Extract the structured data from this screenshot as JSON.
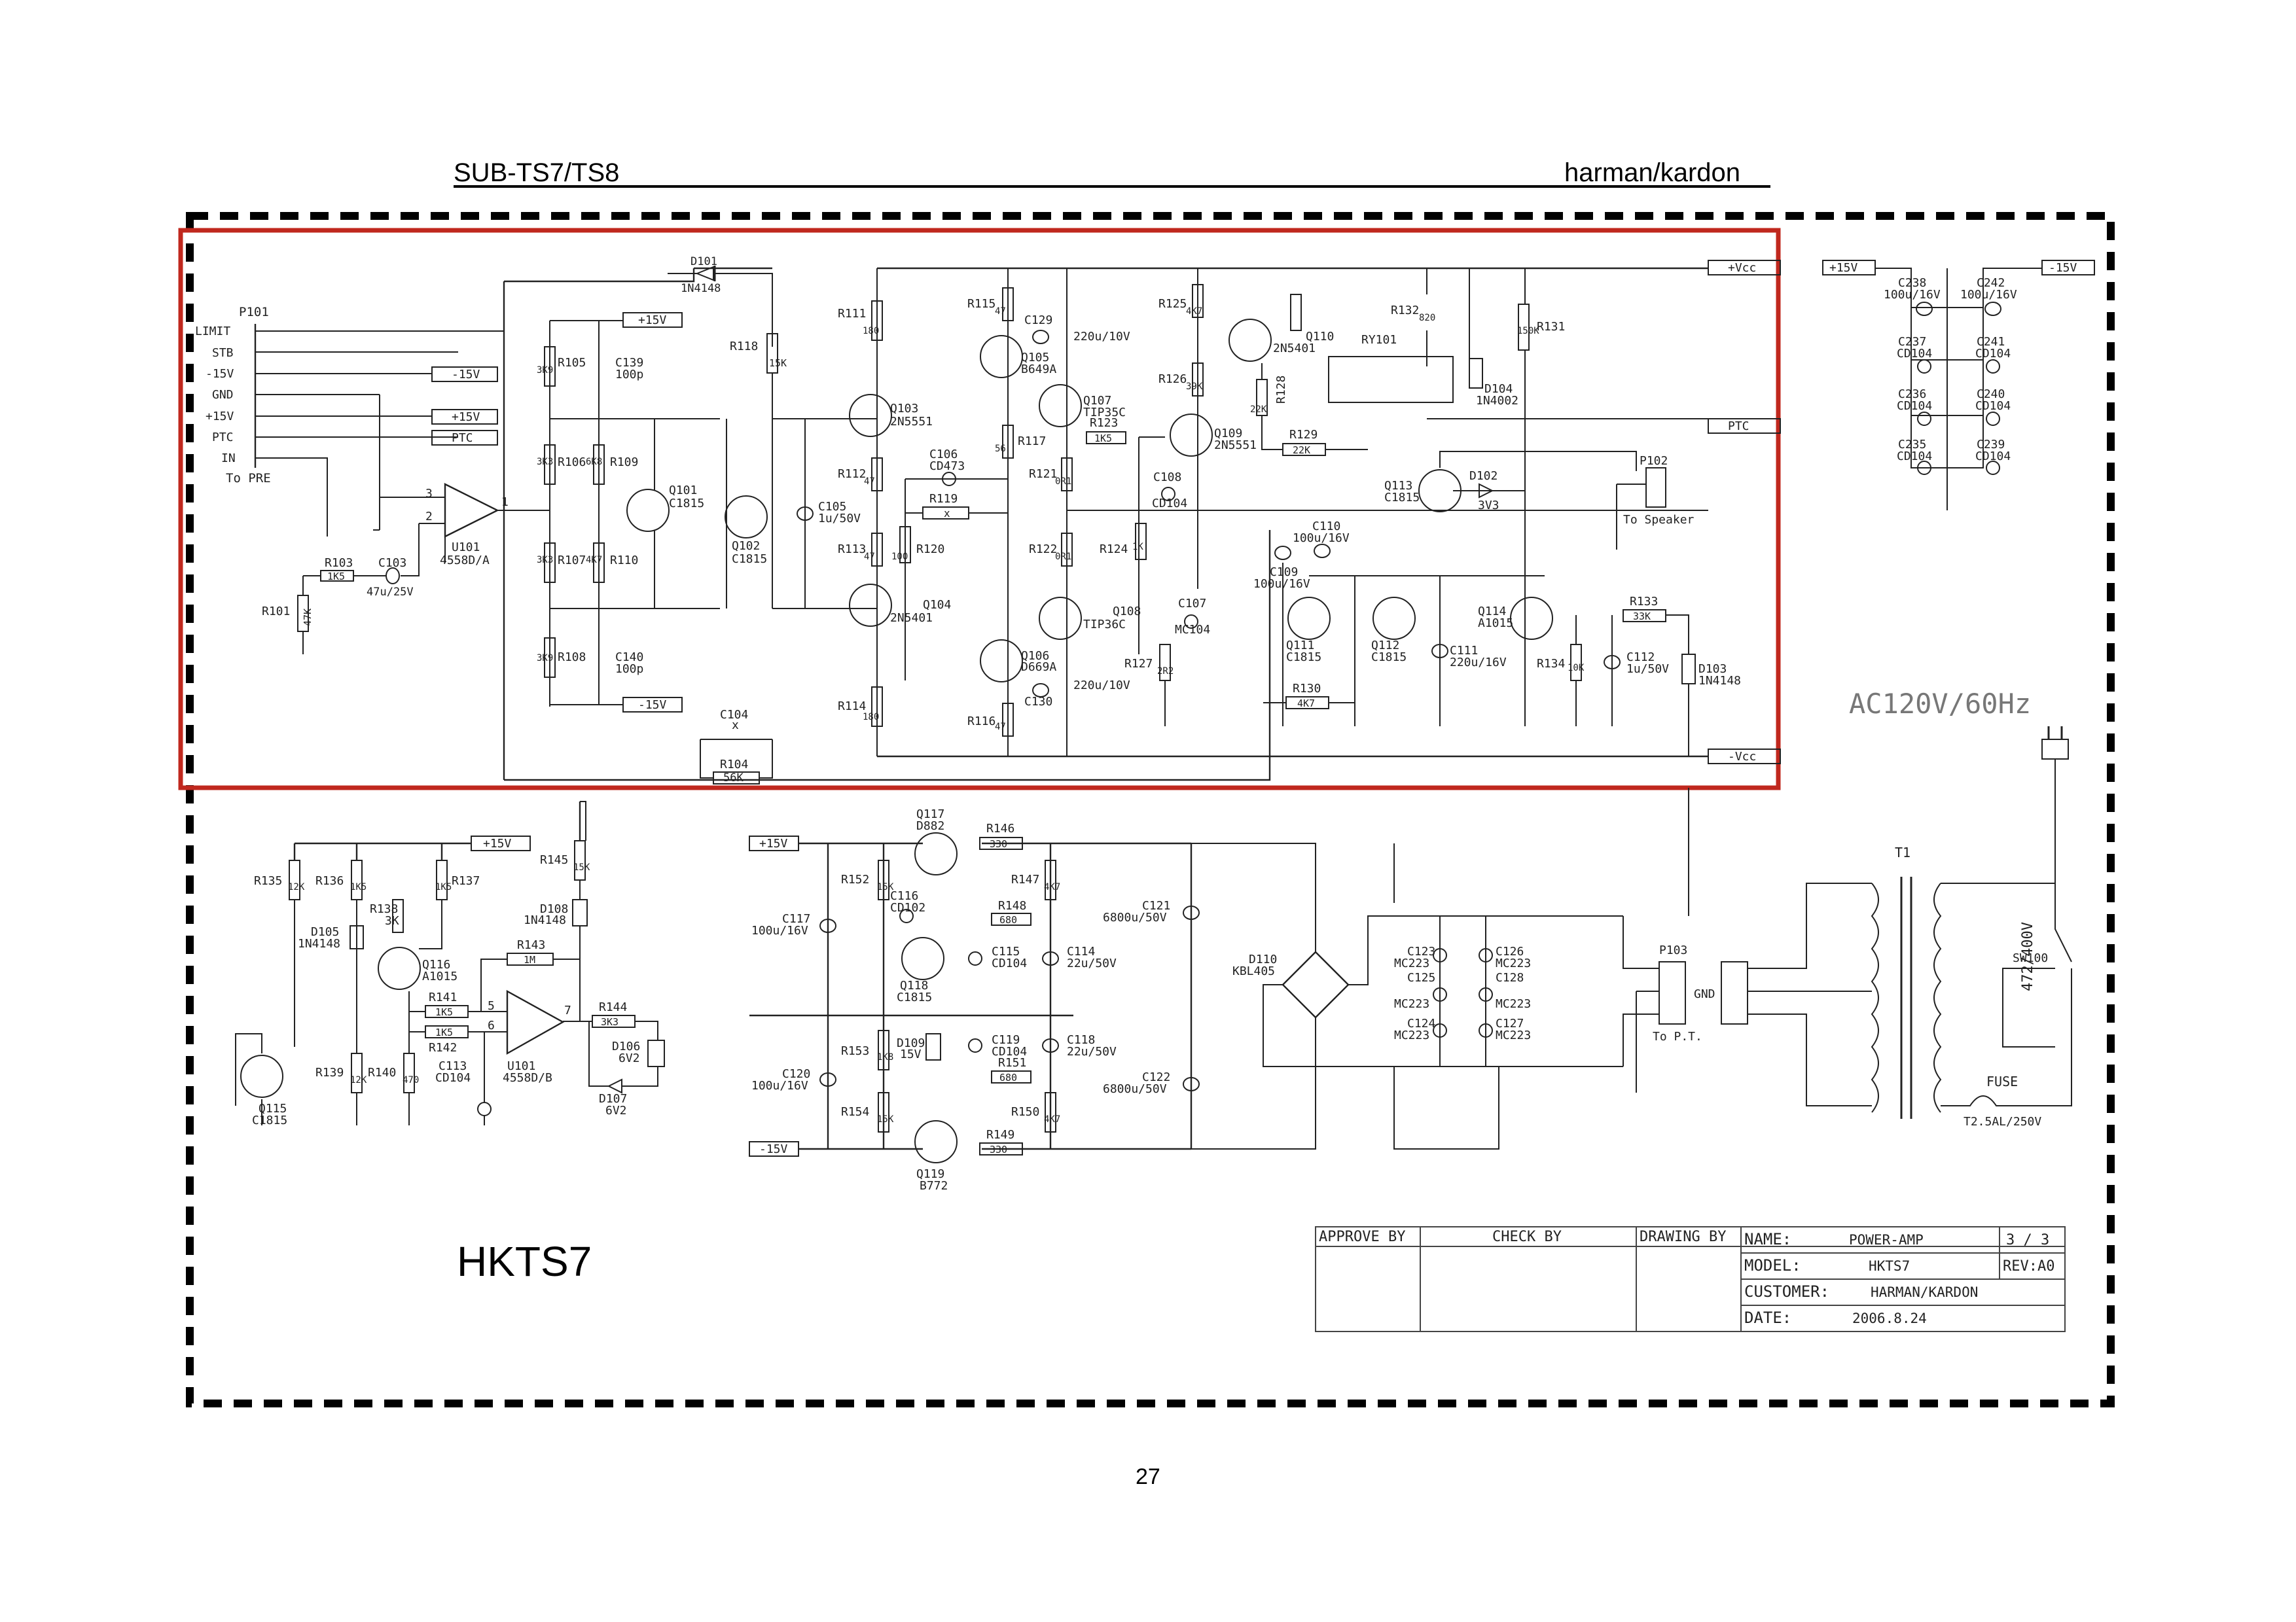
{
  "header": {
    "model": "SUB-TS7/TS8",
    "brand": "harman/kardon"
  },
  "page_number": "27",
  "model_label": "HKTS7",
  "ac_label": "AC120V/60Hz",
  "connectors": {
    "p101": {
      "ref": "P101",
      "pins": [
        "LIMIT",
        "STB",
        "-15V",
        "GND",
        "+15V",
        "PTC",
        "IN"
      ],
      "note": "To PRE"
    },
    "p102": {
      "ref": "P102",
      "note": "To Speaker"
    },
    "p103": {
      "ref": "P103",
      "gnd": "GND",
      "note": "To P.T."
    }
  },
  "rails": {
    "p15": "+15V",
    "m15": "-15V",
    "vcc_p": "+Vcc",
    "vcc_m": "-Vcc",
    "ptc": "PTC"
  },
  "parts": {
    "d101": [
      "D101",
      "1N4148"
    ],
    "r118": [
      "R118",
      "15K"
    ],
    "r105": [
      "R105",
      "3K9"
    ],
    "c139": [
      "C139",
      "100p"
    ],
    "r106": [
      "R106",
      "3K3"
    ],
    "r109": [
      "R109",
      "6K8"
    ],
    "q101": [
      "Q101",
      "C1815"
    ],
    "q102": [
      "Q102",
      "C1815"
    ],
    "r107": [
      "R107",
      "3K3"
    ],
    "r110": [
      "R110",
      "4K7"
    ],
    "r108": [
      "R108",
      "3K9"
    ],
    "c140": [
      "C140",
      "100p"
    ],
    "u101a": [
      "U101",
      "4558D/A"
    ],
    "r103": [
      "R103",
      "1K5"
    ],
    "c103": [
      "C103",
      "47u/25V"
    ],
    "r101": [
      "R101",
      "47K"
    ],
    "c105": [
      "C105",
      "1u/50V"
    ],
    "c104": [
      "C104",
      "x"
    ],
    "r104": [
      "R104",
      "56K"
    ],
    "r111": [
      "R111",
      "180"
    ],
    "r112": [
      "R112",
      "47"
    ],
    "r113": [
      "R113",
      "47"
    ],
    "r114": [
      "R114",
      "180"
    ],
    "q103": [
      "Q103",
      "2N5551"
    ],
    "q104": [
      "Q104",
      "2N5401"
    ],
    "c106": [
      "C106",
      "CD473"
    ],
    "r119": [
      "R119",
      "x"
    ],
    "r120": [
      "R120",
      "100"
    ],
    "r115": [
      "R115",
      "47"
    ],
    "c129": [
      "C129",
      "220u/10V"
    ],
    "q105": [
      "Q105",
      "B649A"
    ],
    "q106": [
      "Q106",
      "D669A"
    ],
    "c130": [
      "C130",
      "220u/10V"
    ],
    "r116": [
      "R116",
      "47"
    ],
    "r117": [
      "R117",
      "56"
    ],
    "q107": [
      "Q107",
      "TIP35C"
    ],
    "q108": [
      "Q108",
      "TIP36C"
    ],
    "r121": [
      "R121",
      "0R1"
    ],
    "r122": [
      "R122",
      "0R1"
    ],
    "r123": [
      "R123",
      "1K5"
    ],
    "r124": [
      "R124",
      "1K"
    ],
    "c108": [
      "C108",
      "CD104"
    ],
    "c107": [
      "C107",
      "MC104"
    ],
    "r127": [
      "R127",
      "2R2"
    ],
    "r125": [
      "R125",
      "4K7"
    ],
    "r126": [
      "R126",
      "39K"
    ],
    "q109": [
      "Q109",
      "2N5551"
    ],
    "q110": [
      "Q110",
      "2N5401"
    ],
    "r128": [
      "R128",
      "22K"
    ],
    "r129": [
      "R129",
      "22K"
    ],
    "r132": [
      "R132",
      "820"
    ],
    "ry101": [
      "RY101",
      ""
    ],
    "d104": [
      "D104",
      "1N4002"
    ],
    "r131": [
      "R131",
      "150K"
    ],
    "q113": [
      "Q113",
      "C1815"
    ],
    "d102": [
      "D102",
      "3V3"
    ],
    "c110": [
      "C110",
      "100u/16V"
    ],
    "c109": [
      "C109",
      "100u/16V"
    ],
    "q111": [
      "Q111",
      "C1815"
    ],
    "q112": [
      "Q112",
      "C1815"
    ],
    "c111": [
      "C111",
      "220u/16V"
    ],
    "r130": [
      "R130",
      "4K7"
    ],
    "q114": [
      "Q114",
      "A1015"
    ],
    "r133": [
      "R133",
      "33K"
    ],
    "r134": [
      "R134",
      "10K"
    ],
    "c112": [
      "C112",
      "1u/50V"
    ],
    "d103": [
      "D103",
      "1N4148"
    ],
    "c238": [
      "C238",
      "100u/16V"
    ],
    "c242": [
      "C242",
      "100u/16V"
    ],
    "c237": [
      "C237",
      "CD104"
    ],
    "c241": [
      "C241",
      "CD104"
    ],
    "c236": [
      "C236",
      "CD104"
    ],
    "c240": [
      "C240",
      "CD104"
    ],
    "c235": [
      "C235",
      "CD104"
    ],
    "c239": [
      "C239",
      "CD104"
    ],
    "r135": [
      "R135",
      "12K"
    ],
    "r136": [
      "R136",
      "1K5"
    ],
    "r137": [
      "R137",
      "1K5"
    ],
    "r138": [
      "R138",
      "3K"
    ],
    "d105": [
      "D105",
      "1N4148"
    ],
    "q116": [
      "Q116",
      "A1015"
    ],
    "q115": [
      "Q115",
      "C1815"
    ],
    "r139": [
      "R139",
      "12K"
    ],
    "r140": [
      "R140",
      "470"
    ],
    "c113": [
      "C113",
      "CD104"
    ],
    "r141": [
      "R141",
      "1K5"
    ],
    "r142": [
      "R142",
      "1K5"
    ],
    "r143": [
      "R143",
      "1M"
    ],
    "u101b": [
      "U101",
      "4558D/B"
    ],
    "r144": [
      "R144",
      "3K3"
    ],
    "d106": [
      "D106",
      "6V2"
    ],
    "d107": [
      "D107",
      "6V2"
    ],
    "r145": [
      "R145",
      "15K"
    ],
    "d108": [
      "D108",
      "1N4148"
    ],
    "q117": [
      "Q117",
      "D882"
    ],
    "r146": [
      "R146",
      "330"
    ],
    "r152": [
      "R152",
      "15K"
    ],
    "c116": [
      "C116",
      "CD102"
    ],
    "r148": [
      "R148",
      "680"
    ],
    "r147": [
      "R147",
      "4K7"
    ],
    "c117": [
      "C117",
      "100u/16V"
    ],
    "q118": [
      "Q118",
      "C1815"
    ],
    "c115": [
      "C115",
      "CD104"
    ],
    "c114": [
      "C114",
      "22u/50V"
    ],
    "r153": [
      "R153",
      "1K8"
    ],
    "d109": [
      "D109",
      "15V"
    ],
    "c119": [
      "C119",
      "CD104"
    ],
    "c118": [
      "C118",
      "22u/50V"
    ],
    "r151": [
      "R151",
      "680"
    ],
    "c120": [
      "C120",
      "100u/16V"
    ],
    "r154": [
      "R154",
      "15K"
    ],
    "r150": [
      "R150",
      "4K7"
    ],
    "q119": [
      "Q119",
      "B772"
    ],
    "r149": [
      "R149",
      "330"
    ],
    "c121": [
      "C121",
      "6800u/50V"
    ],
    "c122": [
      "C122",
      "6800u/50V"
    ],
    "d110": [
      "D110",
      "KBL405"
    ],
    "c123": [
      "C123",
      "MC223"
    ],
    "c125": [
      "C125",
      "MC223"
    ],
    "c124": [
      "C124",
      "MC223"
    ],
    "c126": [
      "C126",
      "MC223"
    ],
    "c128": [
      "C128",
      "MC223"
    ],
    "c127": [
      "C127",
      "MC223"
    ],
    "t1": [
      "T1",
      ""
    ],
    "c_sw": [
      "472/400V",
      ""
    ],
    "sw100": [
      "SW100",
      ""
    ],
    "fuse": [
      "FUSE",
      "T2.5AL/250V"
    ]
  },
  "title_block": {
    "approve": "APPROVE BY",
    "check": "CHECK BY",
    "drawing": "DRAWING BY",
    "name_label": "NAME:",
    "name_value": "POWER-AMP",
    "sheet": "3 / 3",
    "model_label": "MODEL:",
    "model_value": "HKTS7",
    "rev": "REV:A0",
    "customer_label": "CUSTOMER:",
    "customer_value": "HARMAN/KARDON",
    "date_label": "DATE:",
    "date_value": "2006.8.24"
  }
}
